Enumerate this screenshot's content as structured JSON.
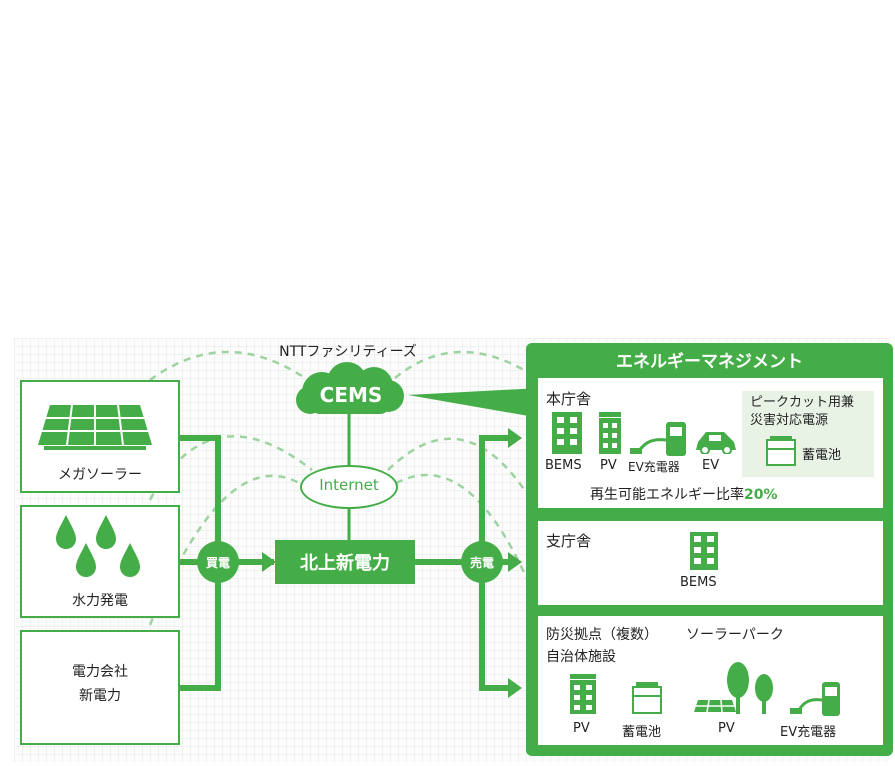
{
  "colors": {
    "green": "#44ad47",
    "light_green": "#9dd3a0",
    "dark_text": "#222222"
  },
  "provider": "NTTファシリティーズ",
  "cems": "CEMS",
  "internet": "Internet",
  "sources": [
    {
      "label": "メガソーラー",
      "icon": "solar-panel-icon"
    },
    {
      "label": "水力発電",
      "icon": "water-drops-icon"
    },
    {
      "label": "電力会社\n新電力",
      "icon": ""
    }
  ],
  "buy_label": "買電",
  "hub": "北上新電力",
  "sell_label": "売電",
  "energy_management": {
    "title": "エネルギーマネジメント",
    "main_office": {
      "title": "本庁舎",
      "items": [
        "BEMS",
        "PV",
        "EV充電器",
        "EV"
      ],
      "peak_cut": "ピークカット用兼\n災害対応電源",
      "battery": "蓄電池",
      "ratio_text": "再生可能エネルギー比率",
      "ratio_value": "20%"
    },
    "branch_office": {
      "title": "支庁舎",
      "items": [
        "BEMS"
      ]
    },
    "disaster": {
      "title": "防災拠点（複数）",
      "title2": "自治体施設",
      "solar_park": "ソーラーパーク",
      "items": [
        "PV",
        "蓄電池",
        "PV",
        "EV充電器"
      ]
    }
  }
}
